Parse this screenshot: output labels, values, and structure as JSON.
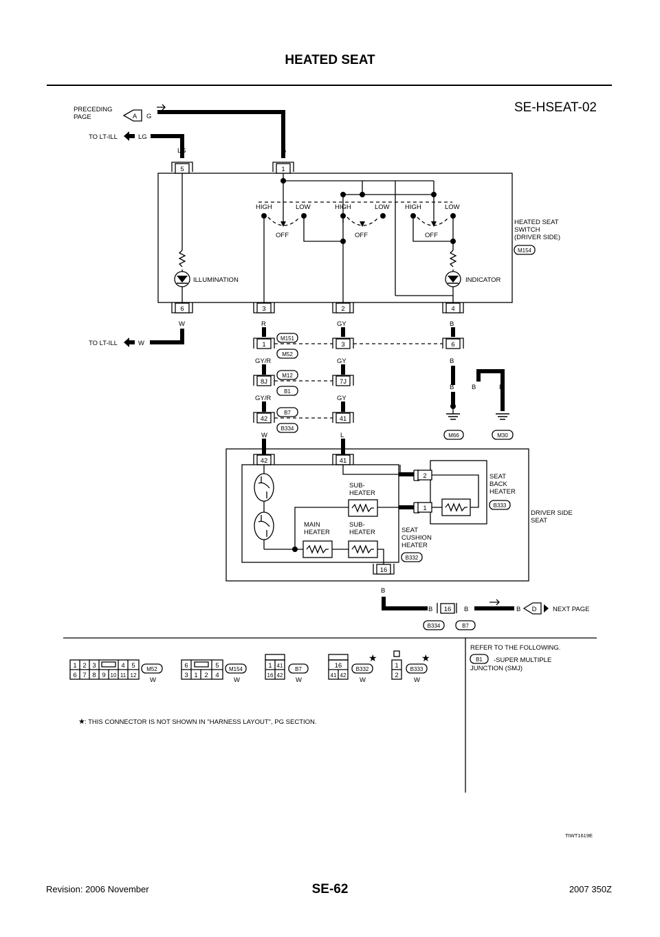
{
  "header": {
    "title": "HEATED SEAT"
  },
  "diagram": {
    "code": "SE-HSEAT-02",
    "preceding_page": [
      "PRECEDING",
      "PAGE"
    ],
    "next_page": "NEXT PAGE",
    "to_lt_ill": "TO LT-ILL",
    "labels": {
      "illumination": "ILLUMINATION",
      "indicator": "INDICATOR",
      "high": "HIGH",
      "low": "LOW",
      "off": "OFF",
      "switch_name": [
        "HEATED SEAT",
        "SWITCH",
        "(DRIVER SIDE)"
      ],
      "seat_back_heater": [
        "SEAT",
        "BACK",
        "HEATER"
      ],
      "driver_side_seat": [
        "DRIVER SIDE",
        "SEAT"
      ],
      "seat_cushion_heater": [
        "SEAT",
        "CUSHION",
        "HEATER"
      ],
      "main_heater": [
        "MAIN",
        "HEATER"
      ],
      "sub_heater": [
        "SUB-",
        "HEATER"
      ]
    },
    "connectors": [
      "M154",
      "M151",
      "M52",
      "M12",
      "B1",
      "B7",
      "B334",
      "M66",
      "M30",
      "B333",
      "B332"
    ],
    "letters": {
      "a": "A",
      "d": "D"
    },
    "wire_colors": {
      "g": "G",
      "lg": "LG",
      "w": "W",
      "r": "R",
      "gy": "GY",
      "b": "B",
      "gyr": "GY/R",
      "l": "L"
    },
    "terminals": [
      "5",
      "1",
      "6",
      "3",
      "2",
      "4",
      "1",
      "3",
      "6",
      "8J",
      "7J",
      "42",
      "41",
      "42",
      "41",
      "2",
      "1",
      "16",
      "16"
    ]
  },
  "legend": {
    "refer": "REFER TO THE FOLLOWING.",
    "b1": "B1",
    "smj": [
      "-SUPER MULTIPLE",
      "JUNCTION (SMJ)"
    ],
    "note": ": THIS CONNECTOR IS NOT SHOWN IN \"HARNESS LAYOUT\", PG SECTION.",
    "star": "★",
    "w": "W",
    "m52_pins": [
      "1",
      "2",
      "3",
      "4",
      "5",
      "6",
      "7",
      "8",
      "9",
      "10",
      "11",
      "12"
    ],
    "m154_pins": [
      "6",
      "5",
      "3",
      "1",
      "2",
      "4"
    ],
    "b7_pins": [
      "1",
      "41",
      "16",
      "42"
    ],
    "b332_pins": [
      "16",
      "41",
      "42"
    ],
    "b333_pins": [
      "1",
      "2"
    ]
  },
  "image_id": "TIWT1619E",
  "footer": {
    "revision": "Revision: 2006 November",
    "page": "SE-62",
    "model": "2007 350Z"
  }
}
